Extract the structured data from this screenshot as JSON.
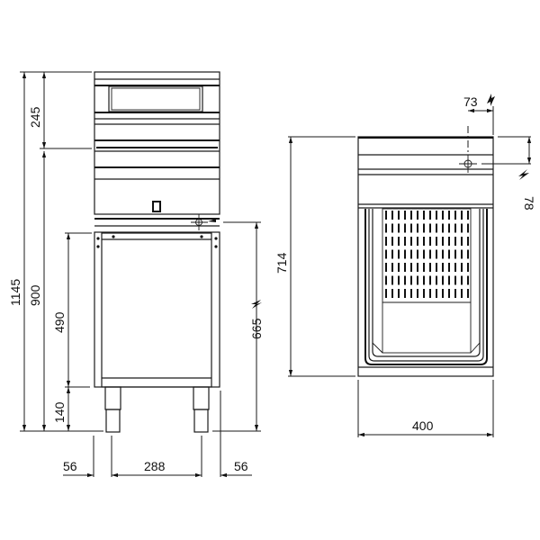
{
  "drawing": {
    "type": "technical-dimension-drawing",
    "views": [
      "front-view",
      "side-view"
    ],
    "line_color": "#1a1a1a",
    "background": "#ffffff"
  },
  "front_view": {
    "dimensions": {
      "overall_height": "1145",
      "worktop_height": "900",
      "top_section_height": "245",
      "cabinet_height": "490",
      "leg_height": "140",
      "left_offset": "56",
      "leg_spacing": "288",
      "right_offset": "56",
      "electric_connection_height": "665"
    },
    "icons": [
      "electric-connection-icon"
    ]
  },
  "side_view": {
    "dimensions": {
      "depth_height": "714",
      "connection_offset_x": "73",
      "connection_offset_y": "78",
      "width": "400"
    },
    "icons": [
      "electric-connection-icon",
      "electric-connection-icon"
    ]
  }
}
